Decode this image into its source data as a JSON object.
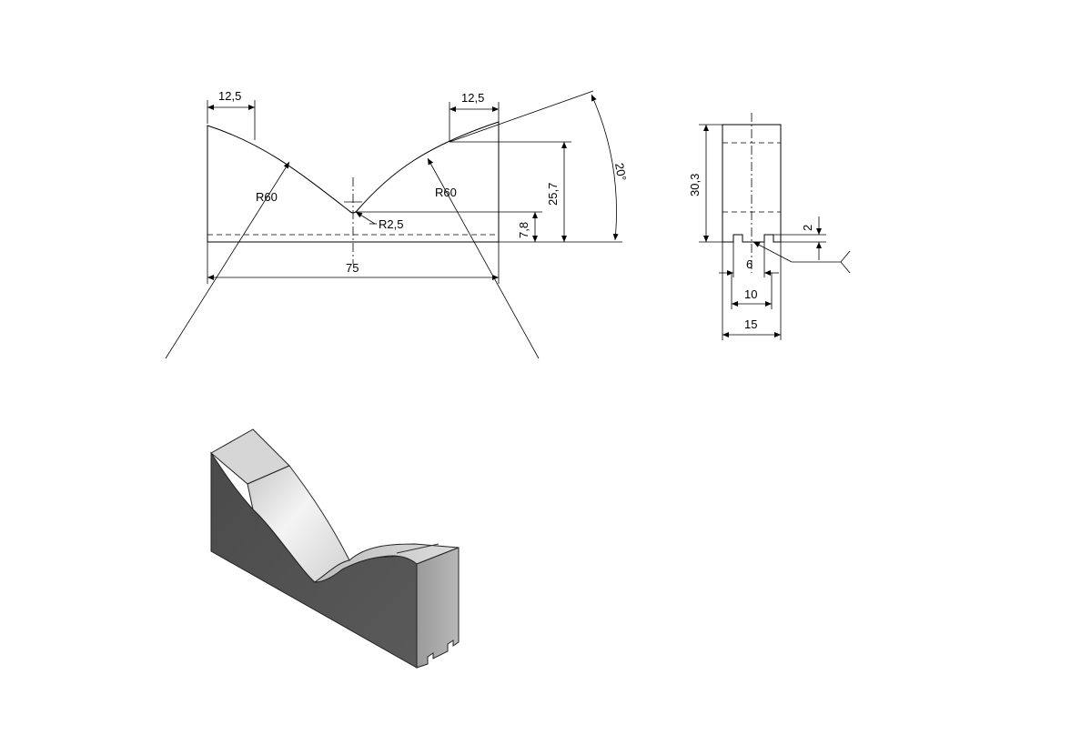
{
  "front_view": {
    "dim_left_top": "12,5",
    "dim_right_top": "12,5",
    "radius_left": "R60",
    "radius_right": "R60",
    "radius_bottom": "R2,5",
    "height_total": "25,7",
    "height_notch": "7,8",
    "width_total": "75",
    "angle": "20°"
  },
  "side_view": {
    "height": "30,3",
    "groove_depth": "2",
    "groove_inner": "6",
    "groove_outer": "10",
    "width": "15"
  }
}
